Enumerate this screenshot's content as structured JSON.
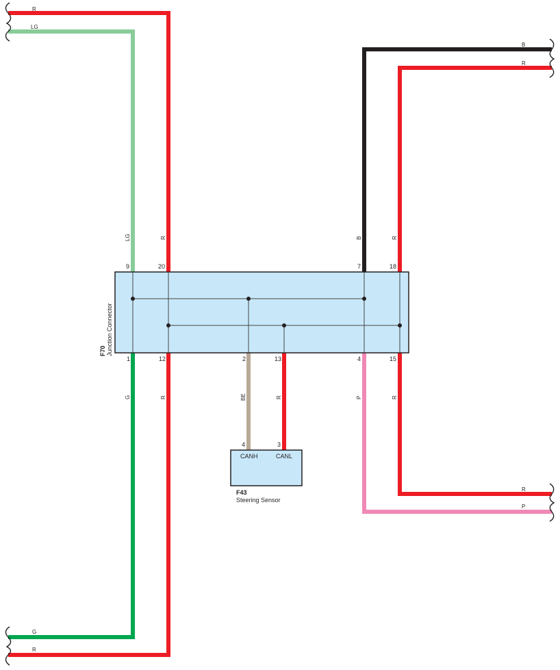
{
  "colors": {
    "R": "#ed1c24",
    "LG": "#88cc99",
    "G": "#00a651",
    "B": "#231f20",
    "BE": "#b9a898",
    "P": "#f088b5",
    "connector_fill": "#c8e8fa",
    "outline": "#231f20",
    "bus_line": "#444444"
  },
  "junction_connector": {
    "id": "F70",
    "name": "Junction Connector",
    "top_pins": [
      "9",
      "20",
      "7",
      "18"
    ],
    "bottom_pins": [
      "1",
      "12",
      "2",
      "13",
      "4",
      "15"
    ]
  },
  "steering_sensor": {
    "id": "F43",
    "name": "Steering Sensor",
    "pins": [
      "4",
      "3"
    ],
    "signals": [
      "CANH",
      "CANL"
    ]
  },
  "wire_labels": {
    "top_left_r": "R",
    "top_left_lg": "LG",
    "right_b": "B",
    "right_r": "R",
    "vert_lg": "LG",
    "vert_r20": "R",
    "vert_b": "B",
    "vert_r18": "R",
    "vert_g": "G",
    "vert_r12": "R",
    "vert_be": "BE",
    "vert_r13": "R",
    "vert_p": "P",
    "vert_r15": "R",
    "lower_right_r": "R",
    "lower_right_p": "P",
    "bottom_left_g": "G",
    "bottom_left_r": "R"
  }
}
